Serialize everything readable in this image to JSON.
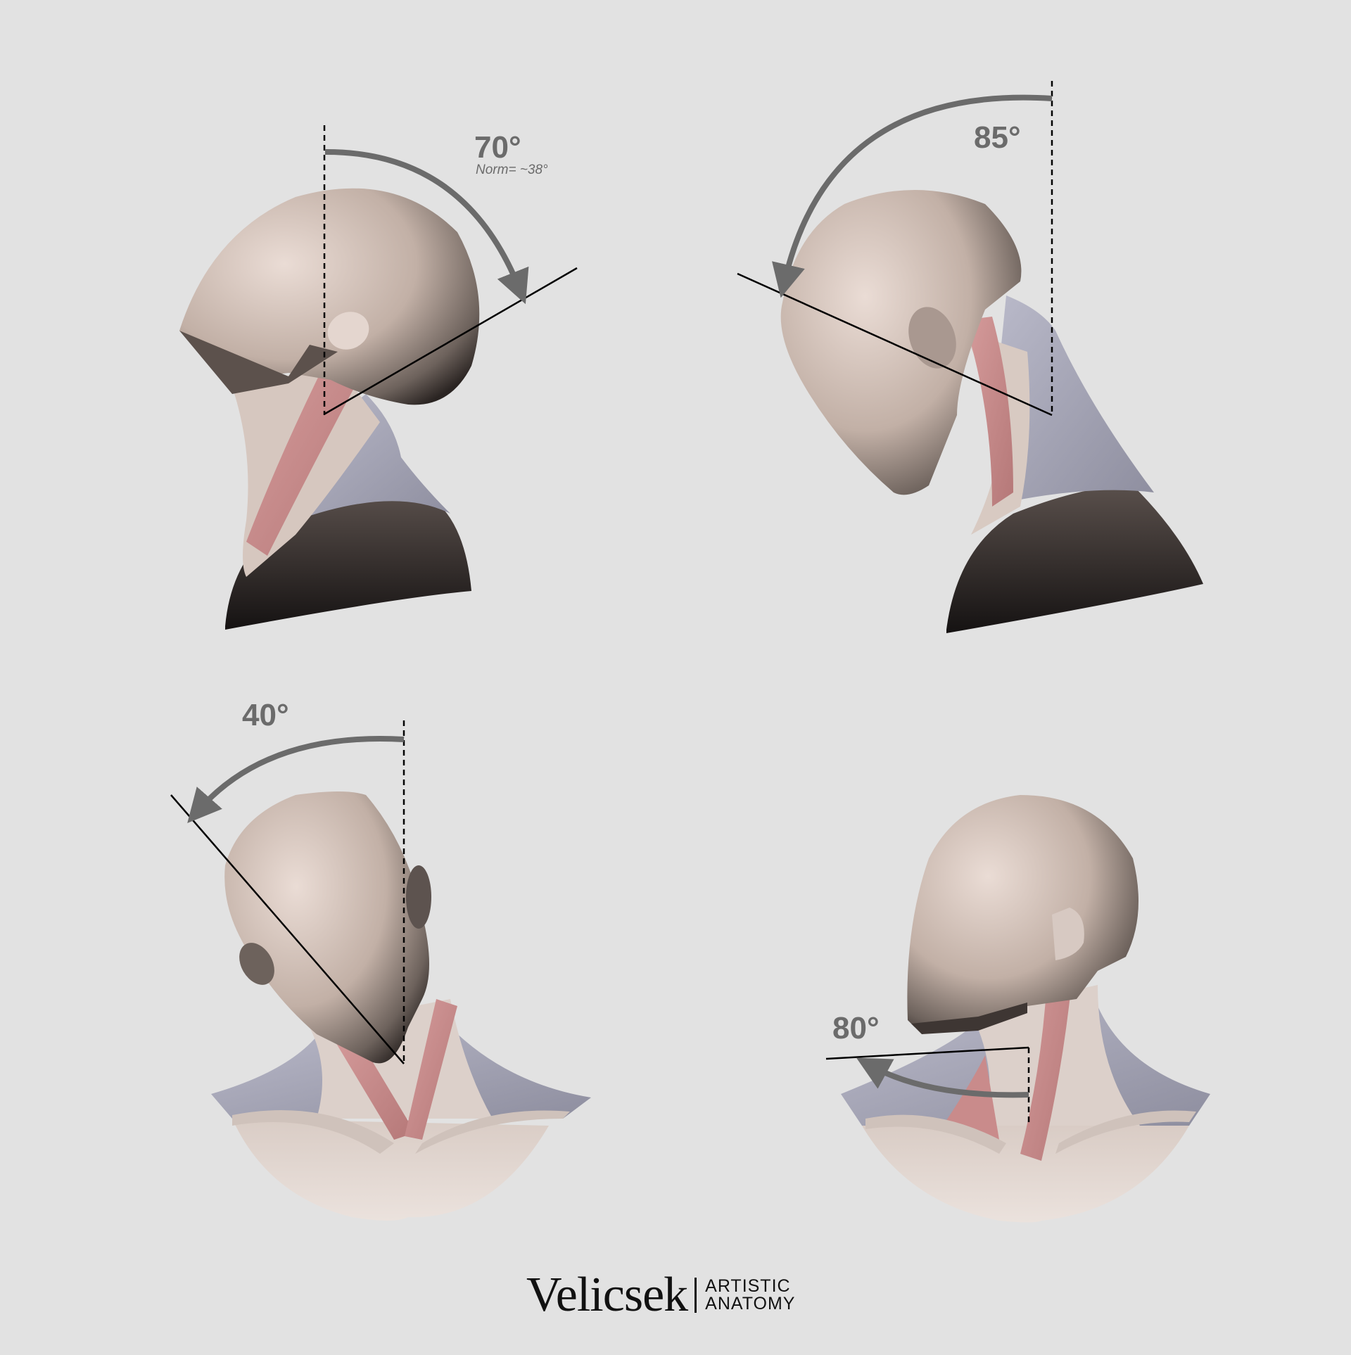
{
  "figures": [
    {
      "id": "extension",
      "label": "70°",
      "note": "Norm= ~38°",
      "description": "Side view, head tilted back (neck extension)"
    },
    {
      "id": "flexion",
      "label": "85°",
      "description": "Side view, head tilted forward (neck flexion)"
    },
    {
      "id": "lateral-flexion",
      "label": "40°",
      "description": "Back view, head tilted sideways (lateral flexion)"
    },
    {
      "id": "rotation",
      "label": "80°",
      "description": "Back view, head rotated (neck rotation)"
    }
  ],
  "colors": {
    "background": "#e2e2e2",
    "label": "#6b6b6b",
    "arrow": "#6b6b6b",
    "guide_line": "#000000",
    "skin_light": "#e6d9d3",
    "skin_mid": "#b8a69c",
    "skin_dark": "#3e3633",
    "muscle": "#c98b8b",
    "trapezius": "#a9a9bb"
  },
  "logo": {
    "brand": "Velicsek",
    "line1": "ARTISTIC",
    "line2": "ANATOMY"
  }
}
